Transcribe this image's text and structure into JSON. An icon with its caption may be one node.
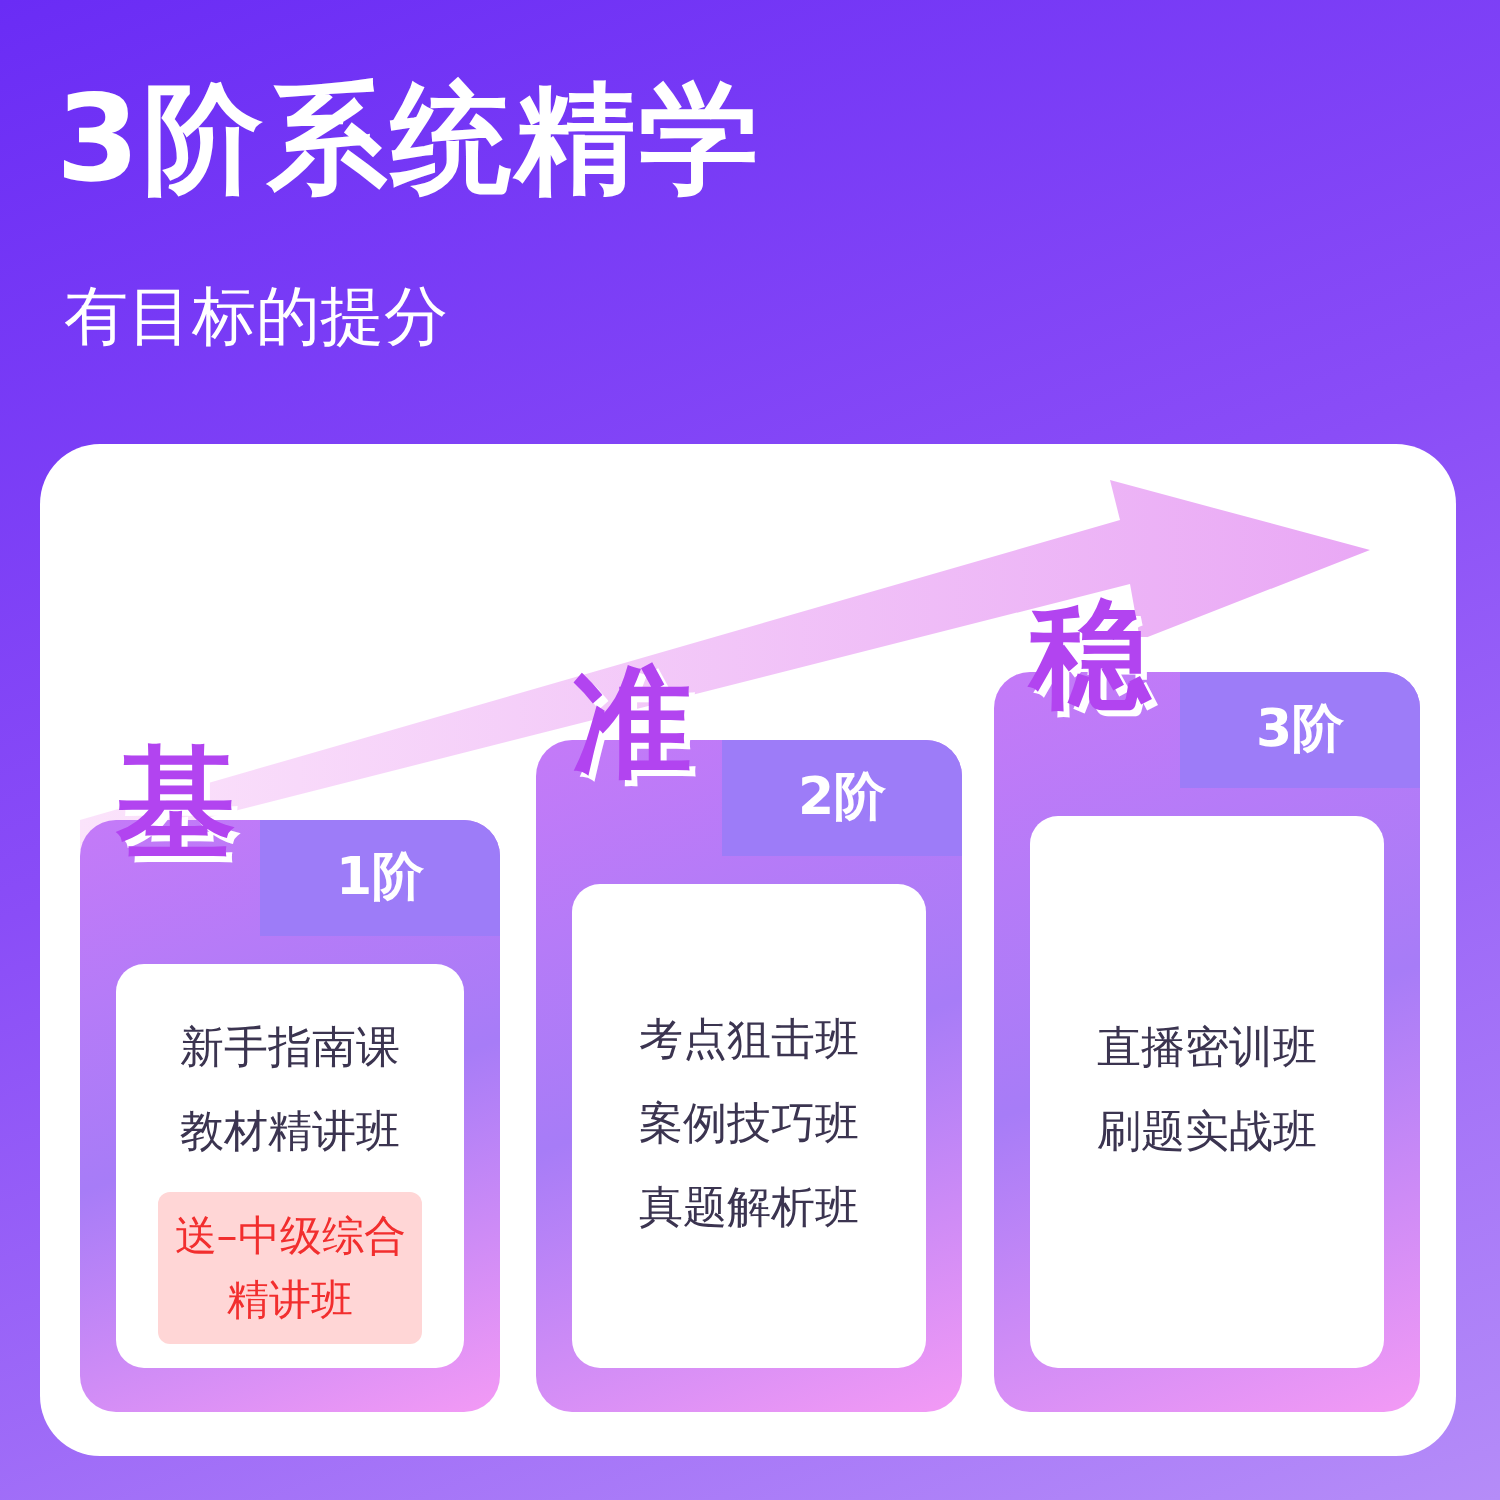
{
  "diagram": {
    "title": "3阶系统精学",
    "nodes": [
      {
        "text": [
          "基",
          "1阶"
        ]
      },
      {
        "text": [
          "新手指南课",
          "教材精讲班"
        ],
        "in": 0
      },
      {
        "text": [
          "送–中级综合精讲班"
        ],
        "in": 1
      },
      {
        "text": [
          "准",
          "2阶"
        ]
      },
      {
        "text": [
          "考点狙击班",
          "案例技巧班",
          "真题解析班"
        ],
        "in": 3
      },
      {
        "text": [
          "稳",
          "3阶"
        ]
      },
      {
        "text": [
          "直播密训班",
          "刷题实战班"
        ],
        "in": 5
      }
    ],
    "edges": [],
    "labels": [
      "有目标的提分"
    ]
  }
}
